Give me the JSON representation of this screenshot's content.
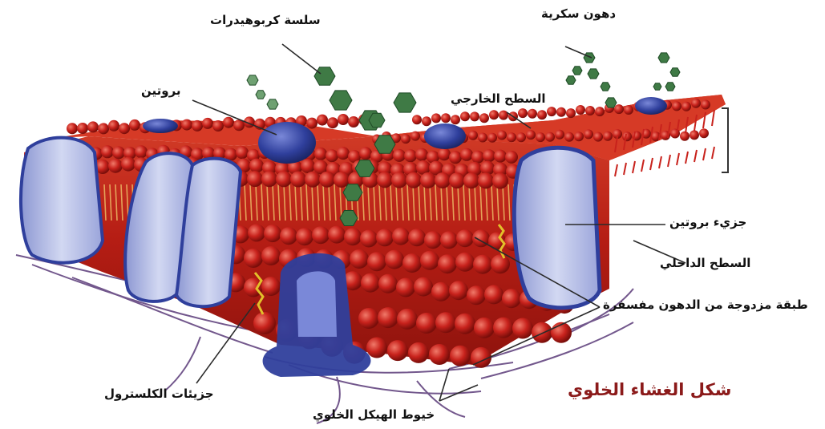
{
  "figure": {
    "caption": "شكل الغشاء الخلوي",
    "caption_color": "#8b1a1a"
  },
  "labels": {
    "carbohydrate_chain": "سلسة كربوهيدرات",
    "sugar_lipids": "دهون سكرية",
    "protein": "بروتين",
    "outer_surface": "السطح الخارجي",
    "protein_molecule": "جزيء بروتين",
    "inner_surface": "السطح الداخلي",
    "phospholipid_bilayer": "طبقة مزدوجة من الدهون مفسفرة",
    "cholesterol": "جزيئات الكلسترول",
    "cytoskeleton": "خيوط الهيكل الخلوي"
  },
  "colors": {
    "lipid_head": "#c8221c",
    "lipid_tail": "#e8b060",
    "protein": "#2f3f9c",
    "channel_protein": "#b4bde6",
    "carbohydrate": "#3f7a45",
    "cytoskeleton": "#5a3a78",
    "cholesterol": "#e2c02a",
    "leader": "#2a2a2a"
  }
}
